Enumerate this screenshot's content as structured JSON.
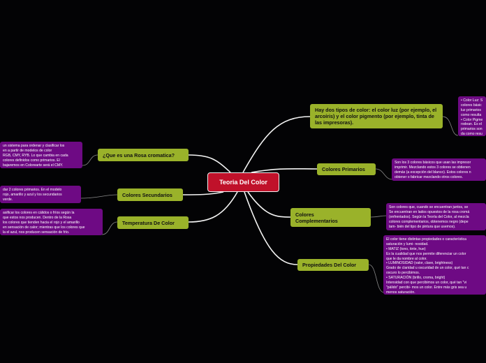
{
  "central": {
    "label": "Teoria Del Color"
  },
  "topics": {
    "tipos": "Hay dos tipos de color: el color luz (por ejemplo, el arcoíris) y el color pigmento (por ejemplo, tinta de las impresoras).",
    "primarios": "Colores Primarios",
    "complementarios": "Colores Complementarios",
    "propiedades": "Propiedades Del Color",
    "rosa": "¿Que es una Rosa cromatica?",
    "secundarios": "Colores Secundarios",
    "temperatura": "Temperatura De Color"
  },
  "notes": {
    "tipos": "• Color Luz: S\ncolores básic\nluz primarios\ncomo resulta\n• Color Pigme\nrodean. Es el\nprimarios son\nda como resu",
    "primarios": "Son los 3 colores básicos que usan las impresor\nimprimir. Mezclando estos 3 colores se obtienen\ndemás (a excepción del blanco). Estos colores n\nobtener o fabricar mezclando otros colores.",
    "complementarios": "Son colores que, cuando se encuentran juntos, se\nSe encuentran en lados opuestos de la rosa cromá\n(enfrentados). Según la Teoría del Color, al mezcla\ncolores complementarios, obtenemos negro (depe\ntam- bién del tipo de pintura que usemos).",
    "propiedades": "El color tiene distintas propiedades o característica\nsaturación y lumi- nosidad.\n• MATIZ (tono, tinte, hue)\nEs la cualidad que nos permite diferenciar un color\nque le da nombre al color.\n• LUMINOSIDAD (valor, clave, brightness)\nGrado de claridad u oscuridad de un color, qué tan c\noscuro lo percibimos.\n• SATURACIÓN (brillo, croma, bright)\nIntensidad con que percibimos un color, qué tan \"vi\n\"pálido\" percibi- mos un color. Entre más gris sea u\nmenos saturación.",
    "rosa": "un sistema para ordenar y clasificar los\nen a partir de modelos de color\nRGB, CMY, RYB. Lo que cambia en cada\ncolores definidos como primarios. El\nbajaremos en Colorearte será el CMY.",
    "secundarios": "dar 2 colores primarios. En el modelo\nrojo, amarillo y azul y los secundarios\nverde.",
    "temperatura": "asificar los colores en cálidos o fríos según la\nque estos nos producen. Dentro de la Rosa\nlos colores que tienden hacia el rojo y el amarillo\nen sensación de calor; mientras que los colores que\nla el azul, nos producen sensación de frío."
  }
}
